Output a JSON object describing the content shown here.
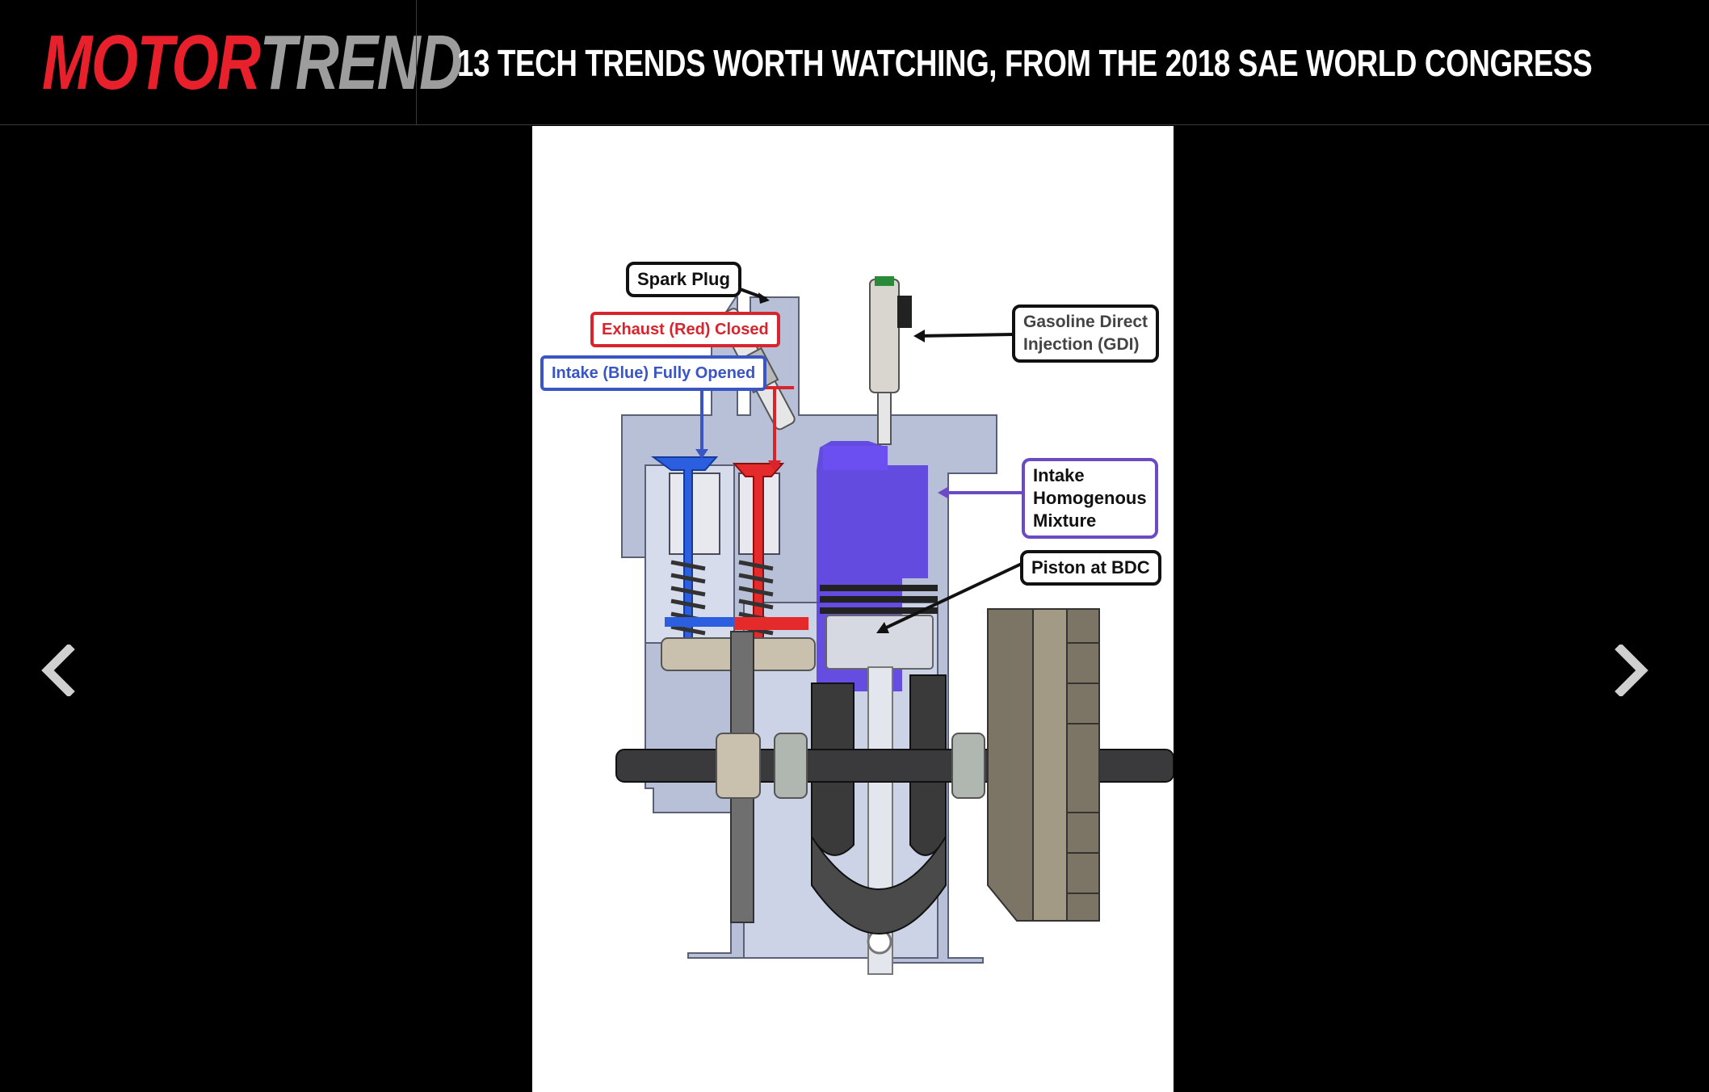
{
  "header": {
    "logo": {
      "part1": "MOTOR",
      "part2": "TREND",
      "color1": "#e8202c",
      "color2": "#9d9d9d"
    },
    "title": "13 TECH TRENDS WORTH WATCHING, FROM THE 2018 SAE WORLD CONGRESS"
  },
  "gallery": {
    "prev_icon": "chevron-left-icon",
    "next_icon": "chevron-right-icon",
    "image": {
      "labels": {
        "spark_plug": "Spark Plug",
        "exhaust": "Exhaust (Red) Closed",
        "intake": "Intake (Blue) Fully Opened",
        "gdi_line1": "Gasoline Direct",
        "gdi_line2": "Injection (GDI)",
        "mixture_line1": "Intake",
        "mixture_line2": "Homogenous",
        "mixture_line3": "Mixture",
        "piston": "Piston at BDC"
      },
      "colors": {
        "exhaust": "#d8242c",
        "intake": "#3a56c4",
        "mixture": "#6a4bc4"
      }
    }
  }
}
